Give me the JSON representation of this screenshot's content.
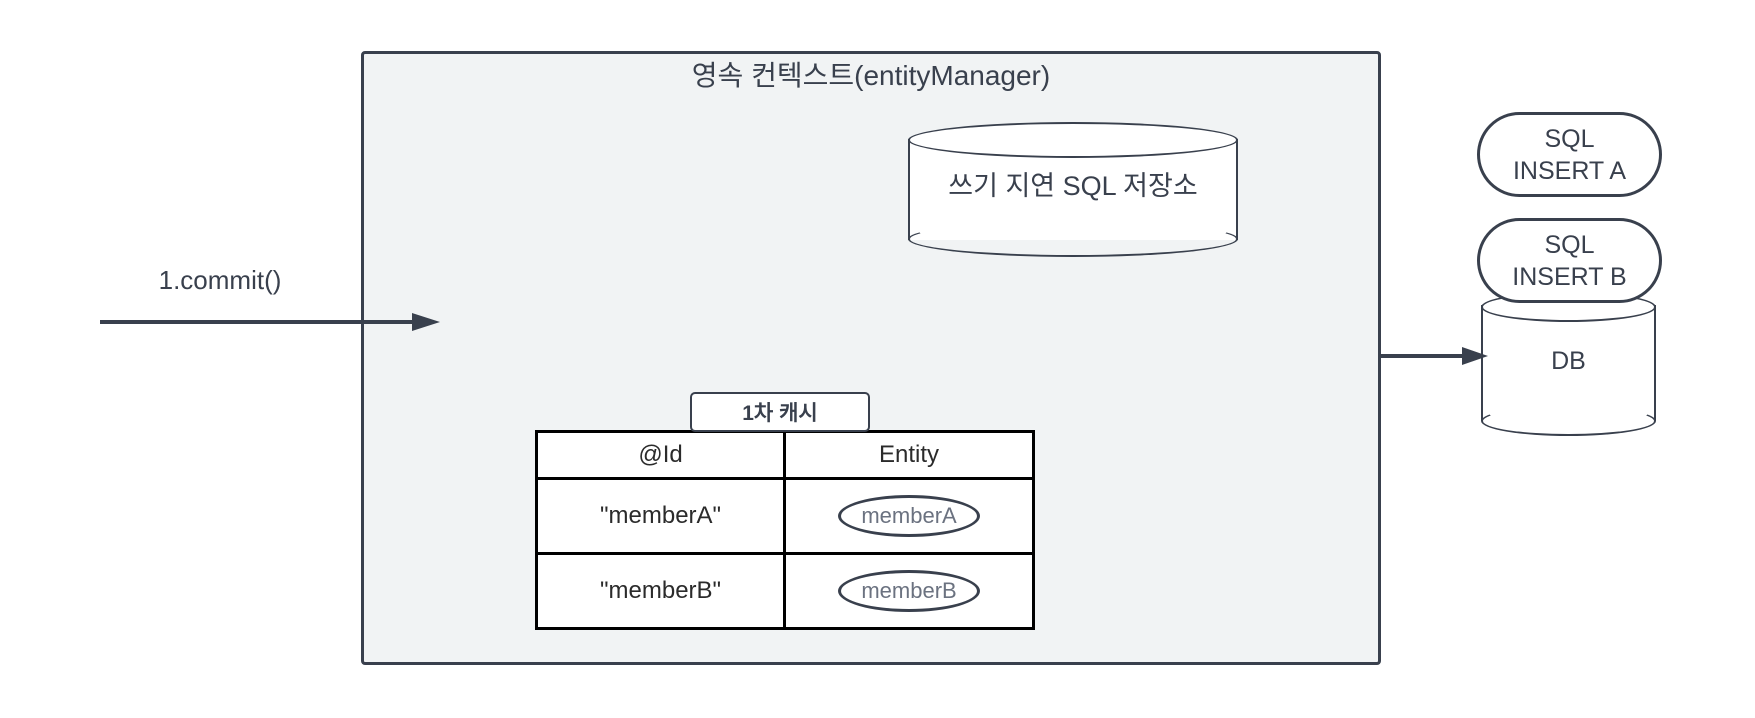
{
  "diagram": {
    "title": "영속 컨텍스트(entityManager)",
    "container_bg": "#f1f3f4",
    "stroke_color": "#39404d",
    "write_behind_store": {
      "label": "쓰기 지연 SQL 저장소",
      "shape": "cylinder"
    },
    "cache": {
      "tab_label": "1차 캐시",
      "columns": [
        "@Id",
        "Entity"
      ],
      "rows": [
        {
          "id": "\"memberA\"",
          "entity": "memberA"
        },
        {
          "id": "\"memberB\"",
          "entity": "memberB"
        }
      ],
      "entity_text_color": "#6b7280"
    },
    "commit": {
      "label": "1.commit()",
      "arrow_direction": "right"
    },
    "outputs": {
      "sql_a": {
        "line1": "SQL",
        "line2": "INSERT A"
      },
      "sql_b": {
        "line1": "SQL",
        "line2": "INSERT B"
      },
      "database": {
        "label": "DB",
        "shape": "cylinder"
      }
    }
  }
}
